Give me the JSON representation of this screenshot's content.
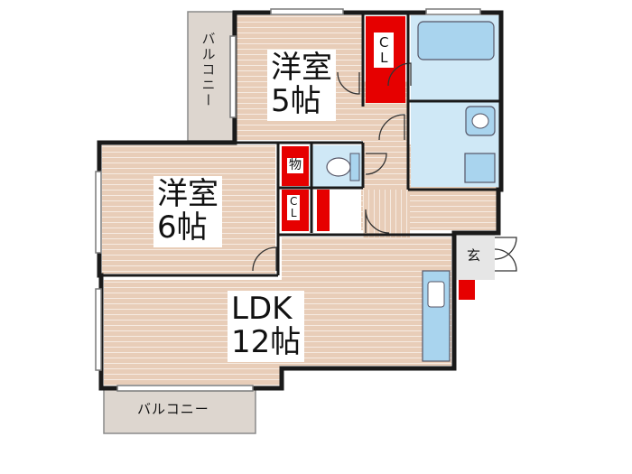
{
  "rooms": {
    "bedroom_5": {
      "name": "洋室",
      "size": "5帖"
    },
    "bedroom_6": {
      "name": "洋室",
      "size": "6帖"
    },
    "ldk": {
      "name": "LDK",
      "size": "12帖"
    }
  },
  "labels": {
    "closet_top": "C\nL",
    "closet_mid": "C\nL",
    "storage": "物",
    "entrance": "玄",
    "balcony_top": "バルコニー",
    "balcony_bottom": "バルコニー"
  },
  "colors": {
    "floor": "#e8cdb8",
    "floor_line": "#ffffff",
    "wall": "#1a1a1a",
    "closet": "#e60000",
    "wet_area": "#cfe8f6",
    "fixture": "#a9d4ee",
    "balcony": "#ddd6cf"
  }
}
